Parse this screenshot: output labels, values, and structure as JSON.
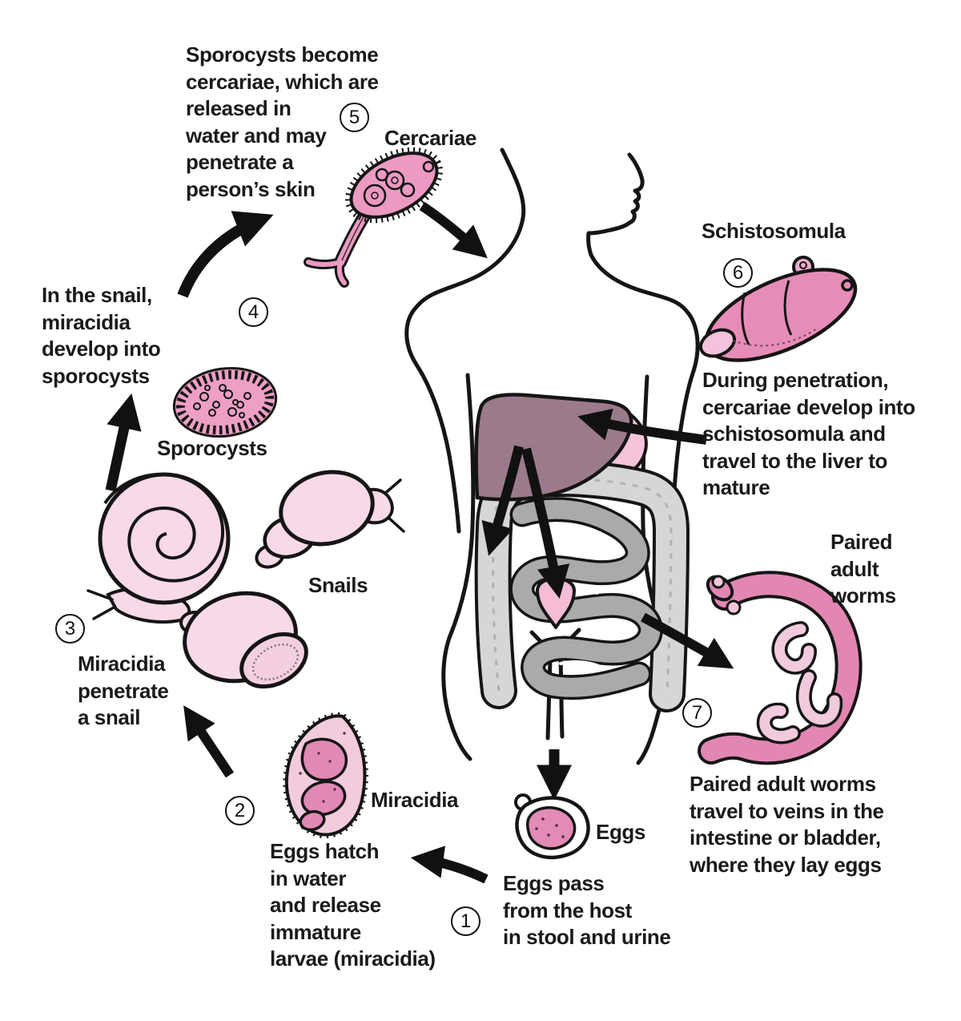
{
  "figure": {
    "subject": "Schistosomiasis life cycle diagram"
  },
  "steps": [
    {
      "number": "1",
      "description": "Eggs pass\nfrom the host\nin stool and urine"
    },
    {
      "number": "2",
      "description": "Eggs hatch\nin water\nand release\nimmature\nlarvae (miracidia)"
    },
    {
      "number": "3",
      "description": "Miracidia\npenetrate\na snail"
    },
    {
      "number": "4",
      "description": "In the snail,\nmiracidia\ndevelop into\nsporocysts"
    },
    {
      "number": "5",
      "description": "Sporocysts become\ncercariae, which are\nreleased in\nwater and may\npenetrate a\nperson’s skin"
    },
    {
      "number": "6",
      "description": "During penetration,\ncercariae develop into\nschistosomula and\ntravel to the liver to\nmature"
    },
    {
      "number": "7",
      "description": "Paired adult worms\ntravel to veins in the\nintestine or bladder,\nwhere they lay eggs"
    }
  ],
  "labels": {
    "cercariae": "Cercariae",
    "schistosomula": "Schistosomula",
    "paired_adult_worms": "Paired\nadult\nworms",
    "sporocysts": "Sporocysts",
    "snails": "Snails",
    "miracidia": "Miracidia",
    "eggs": "Eggs"
  },
  "colors": {
    "pink_dark": "#e48bb6",
    "pink_mid": "#f5c3da",
    "pink_light": "#f8d9e8",
    "liver": "#9b7b8b",
    "intestine_small": "#aaaaaa",
    "intestine_large": "#d6d6d6",
    "outline": "#151515"
  }
}
